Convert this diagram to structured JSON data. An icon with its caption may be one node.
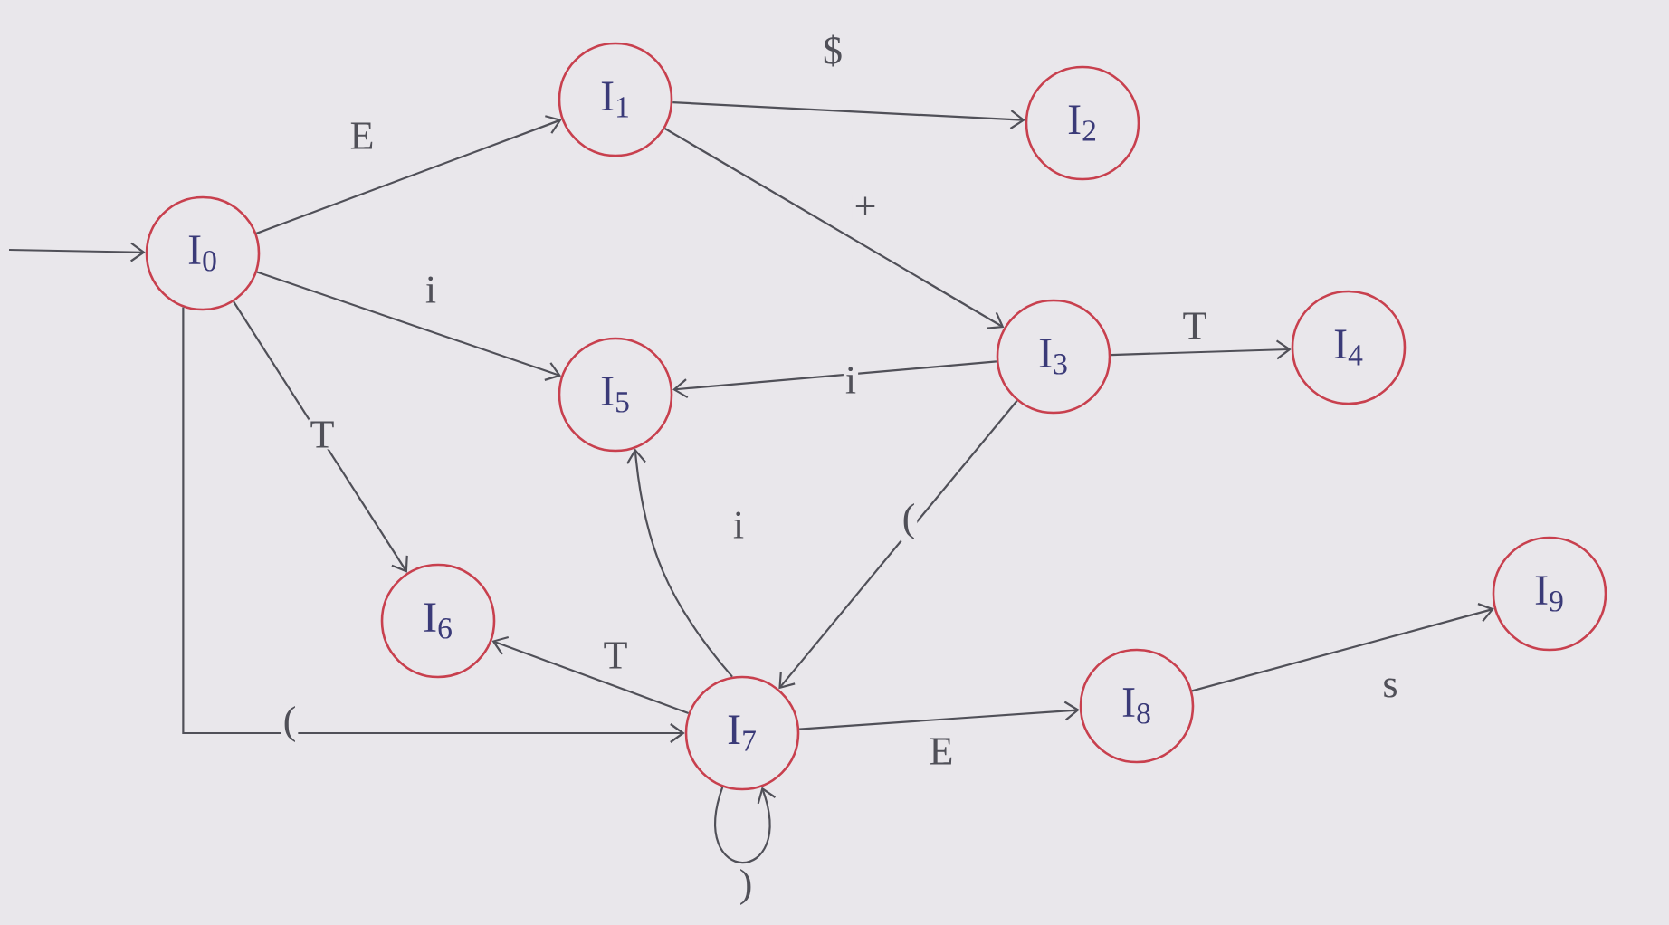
{
  "diagram": {
    "nodes": [
      {
        "text": [
          "I$_{0}$"
        ]
      },
      {
        "text": [
          "I$_{1}$"
        ]
      },
      {
        "text": [
          "I$_{2}$"
        ]
      },
      {
        "text": [
          "I$_{3}$"
        ]
      },
      {
        "text": [
          "I$_{4}$"
        ]
      },
      {
        "text": [
          "I$_{5}$"
        ]
      },
      {
        "text": [
          "I$_{6}$"
        ]
      },
      {
        "text": [
          "I$_{7}$"
        ]
      },
      {
        "text": [
          "I$_{8}$"
        ]
      },
      {
        "text": [
          "I$_{9}$"
        ]
      }
    ],
    "edges": [
      {
        "from": null,
        "to": 0,
        "arrow": "to"
      },
      {
        "from": 0,
        "to": 1,
        "arrow": "to",
        "label": "E"
      },
      {
        "from": 1,
        "to": 2,
        "arrow": "to",
        "label": "$"
      },
      {
        "from": 1,
        "to": 3,
        "arrow": "to",
        "label": "+"
      },
      {
        "from": 0,
        "to": 5,
        "arrow": "to",
        "label": "i"
      },
      {
        "from": 3,
        "to": 5,
        "arrow": "to",
        "label": "i"
      },
      {
        "from": 3,
        "to": 4,
        "arrow": "to",
        "label": "T"
      },
      {
        "from": 0,
        "to": 6,
        "arrow": "to",
        "label": "T"
      },
      {
        "from": 0,
        "to": 7,
        "arrow": "to",
        "label": "("
      },
      {
        "from": 3,
        "to": 7,
        "arrow": "to",
        "label": "("
      },
      {
        "from": 7,
        "to": 5,
        "arrow": "to",
        "label": "i"
      },
      {
        "from": 7,
        "to": 6,
        "arrow": "to",
        "label": "T"
      },
      {
        "from": 7,
        "to": 8,
        "arrow": "to",
        "label": "E"
      },
      {
        "from": 8,
        "to": 9,
        "arrow": "to",
        "label": "s"
      },
      {
        "from": 7,
        "to": 7,
        "arrow": "to",
        "label": ")"
      }
    ]
  }
}
